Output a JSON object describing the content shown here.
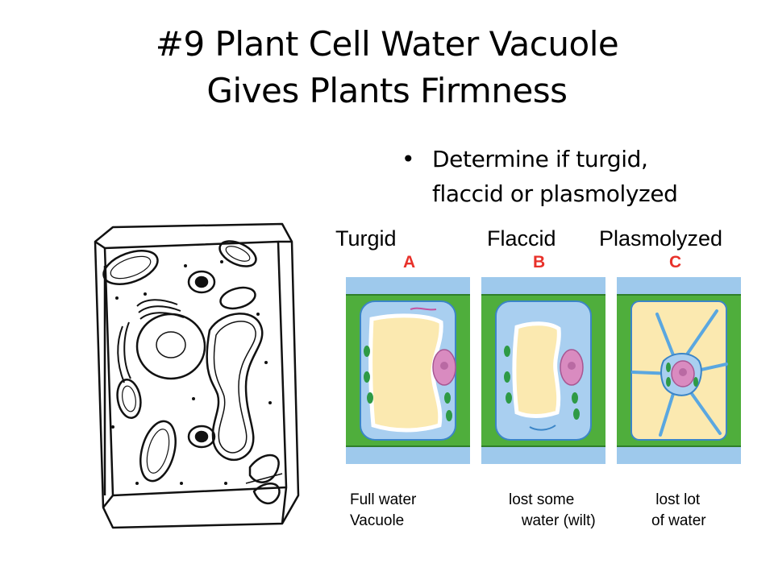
{
  "title": {
    "line1": "#9 Plant Cell Water Vacuole",
    "line2": "Gives Plants Firmness"
  },
  "bullet": {
    "marker": "•",
    "line1": "Determine if turgid,",
    "line2": "flaccid or plasmolyzed"
  },
  "panels": [
    {
      "heading": "Turgid",
      "letter": "A",
      "caption_line1": "Full water",
      "caption_line2": "Vacuole"
    },
    {
      "heading": "Flaccid",
      "letter": "B",
      "caption_line1": "lost some",
      "caption_line2": "   water (wilt)"
    },
    {
      "heading": "Plasmolyzed",
      "letter": "C",
      "caption_line1": " lost lot",
      "caption_line2": "of water"
    }
  ],
  "colors": {
    "cell_wall": "#4fae3c",
    "cytoplasm": "#a9cff0",
    "vacuole": "#fbe9b0",
    "nucleus": "#d98bc0",
    "chloroplast": "#2e9a45",
    "letter_red": "#e8312a"
  }
}
